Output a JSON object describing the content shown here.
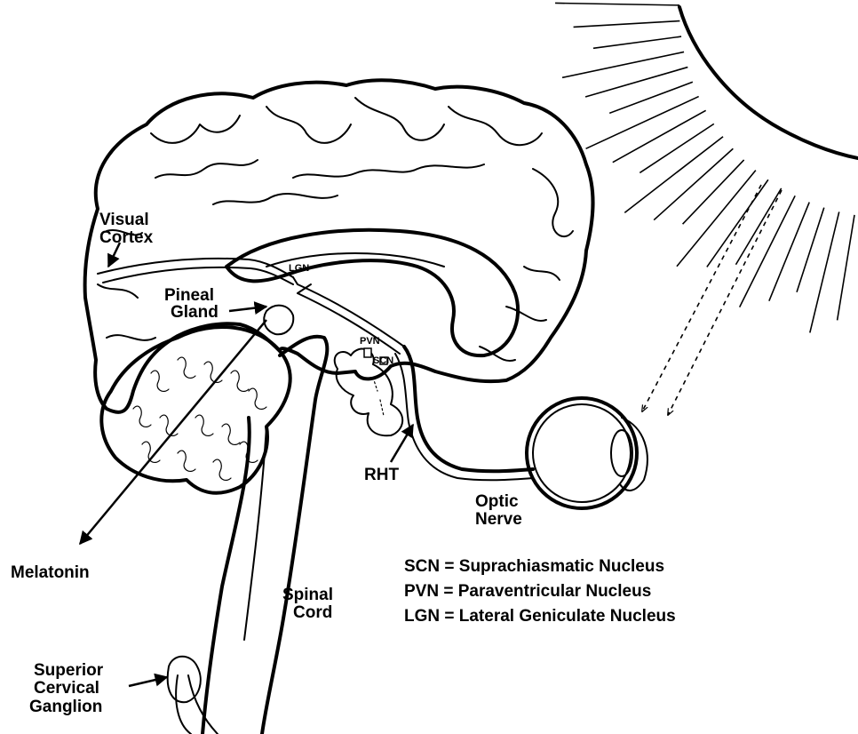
{
  "labels": {
    "visual_cortex_1": "Visual",
    "visual_cortex_2": "Cortex",
    "lgn": "LGN",
    "pineal_1": "Pineal",
    "pineal_2": "Gland",
    "pvn": "PVN",
    "scn": "SCN",
    "rht": "RHT",
    "optic_1": "Optic",
    "optic_2": "Nerve",
    "melatonin": "Melatonin",
    "spinal_1": "Spinal",
    "spinal_2": "Cord",
    "scg_1": "Superior",
    "scg_2": "Cervical",
    "scg_3": "Ganglion"
  },
  "legend": [
    "SCN = Suprachiasmatic Nucleus",
    "PVN = Paraventricular Nucleus",
    "LGN = Lateral Geniculate Nucleus"
  ]
}
